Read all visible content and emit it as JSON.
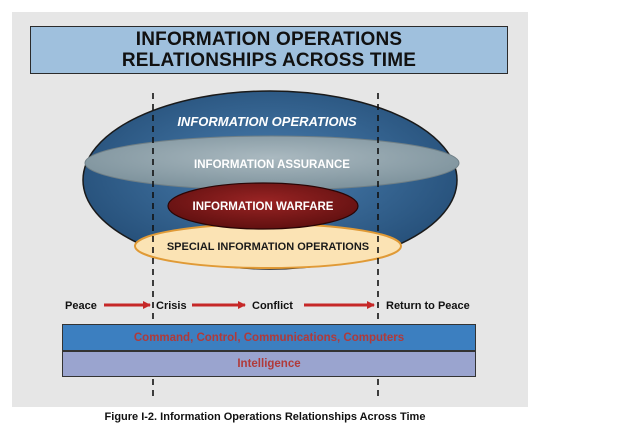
{
  "title": {
    "line1": "INFORMATION OPERATIONS",
    "line2": "RELATIONSHIPS ACROSS TIME"
  },
  "ellipses": {
    "information_operations": "INFORMATION OPERATIONS",
    "information_assurance": "INFORMATION ASSURANCE",
    "information_warfare": "INFORMATION WARFARE",
    "special_information_operations": "SPECIAL INFORMATION OPERATIONS"
  },
  "timeline": {
    "phases": [
      "Peace",
      "Crisis",
      "Conflict",
      "Return to Peace"
    ]
  },
  "bars": {
    "command": "Command, Control, Communications, Computers",
    "intelligence": "Intelligence"
  },
  "caption": "Figure I-2.  Information Operations Relationships Across Time",
  "colors": {
    "outer_ellipse": "#2d5a87",
    "assurance_ellipse": "#8fa3ad",
    "warfare_ellipse": "#7e1a1a",
    "special_ellipse": "#fbe3b4",
    "arrow": "#c62828",
    "title_fill": "#9fc0dd"
  }
}
